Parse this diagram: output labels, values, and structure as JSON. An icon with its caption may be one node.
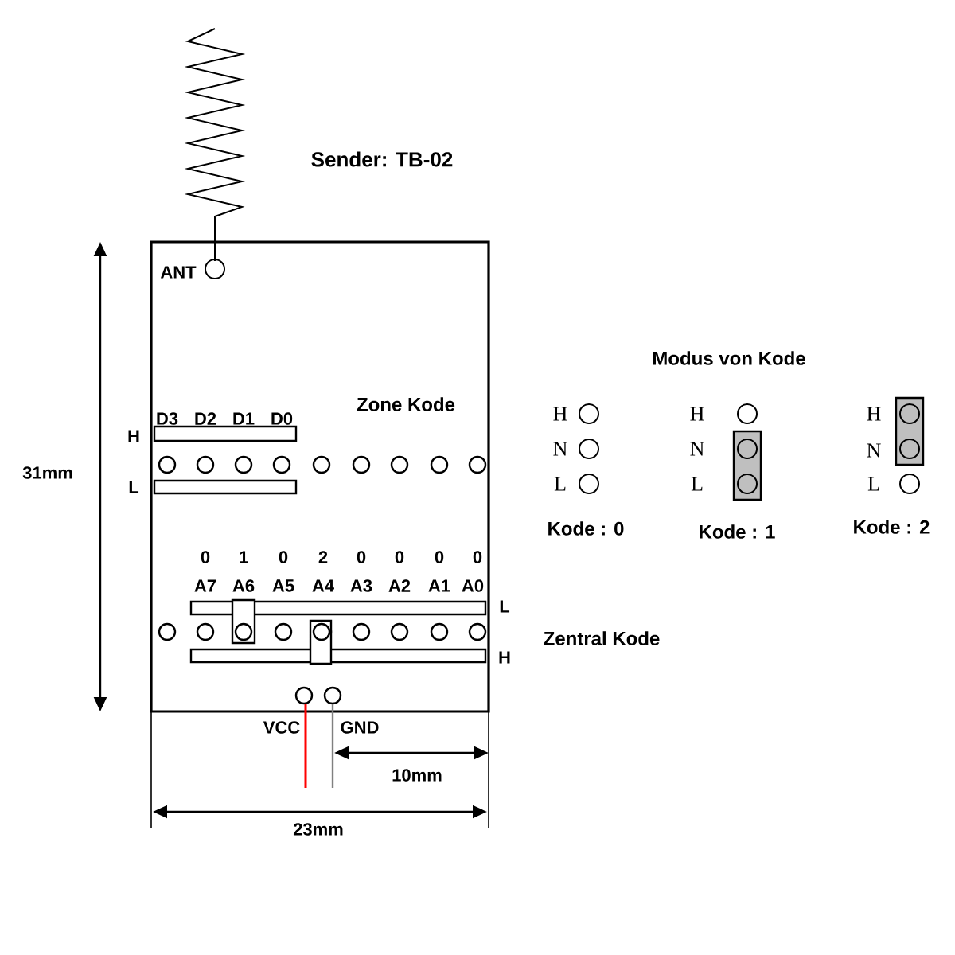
{
  "diagram": {
    "title": "Sender: TB-02",
    "nodes": [
      {
        "text": [],
        "shape": "box"
      }
    ],
    "edges": [],
    "labels": [
      "ANT",
      "Modus von Kode",
      "Zone Kode",
      "D3",
      "D2",
      "D1",
      "D0",
      "H",
      "H",
      "H",
      "H",
      "31mm",
      "N",
      "N",
      "N",
      "L",
      "L",
      "L",
      "L",
      "Kode : 0",
      "Kode : 1",
      "Kode : 2",
      "0",
      "1",
      "0",
      "2",
      "0",
      "0",
      "0",
      "0",
      "A7",
      "A6",
      "A5",
      "A4",
      "A3",
      "A2",
      "A1",
      "A0",
      "L",
      "Zentral Kode",
      "H",
      "VCC",
      "GND",
      "10mm",
      "23mm"
    ]
  }
}
